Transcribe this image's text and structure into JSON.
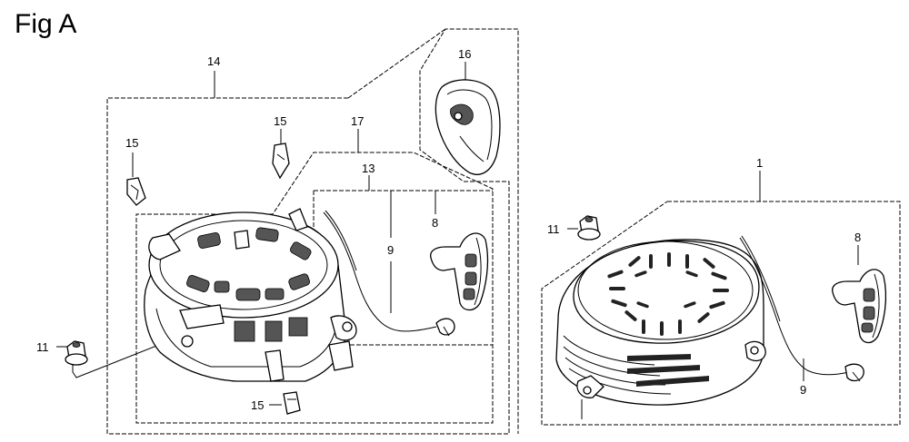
{
  "figure": {
    "title": "Fig A"
  },
  "callouts": {
    "c14": "14",
    "c15a": "15",
    "c15b": "15",
    "c15c": "15",
    "c16": "16",
    "c17": "17",
    "c13": "13",
    "c8a": "8",
    "c9a": "9",
    "c11a": "11",
    "c1": "1",
    "c11b": "11",
    "c8b": "8",
    "c9b": "9"
  }
}
